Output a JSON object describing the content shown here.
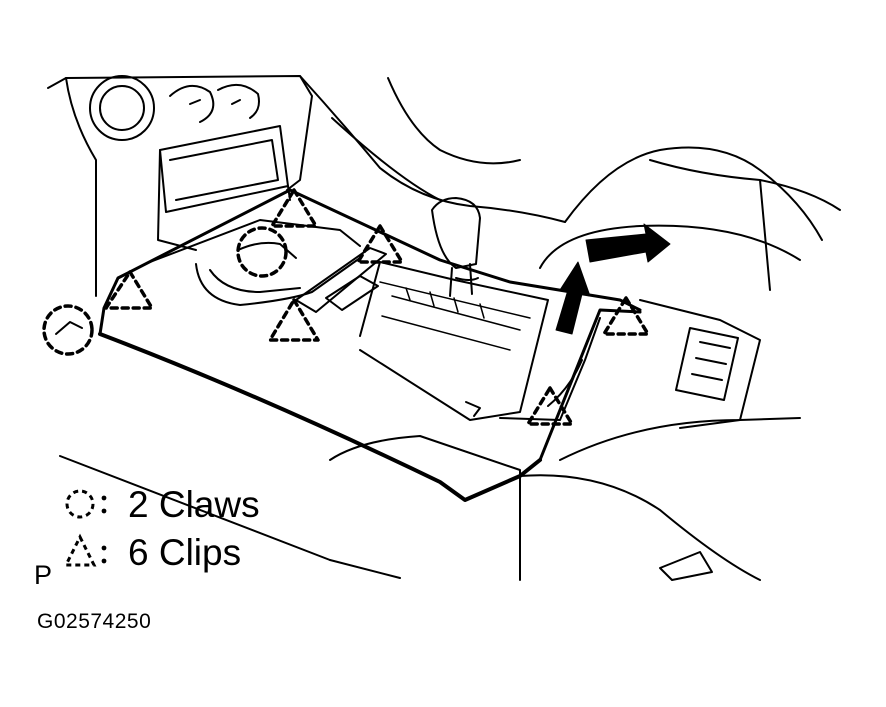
{
  "legend": {
    "items": [
      {
        "icon": "dashed-circle-icon",
        "symbol_suffix": ":",
        "label": "2 Claws"
      },
      {
        "icon": "dashed-triangle-icon",
        "symbol_suffix": ":",
        "label": "6 Clips"
      }
    ]
  },
  "page_letter": "P",
  "figure_id": "G02574250",
  "colors": {
    "ink": "#000000",
    "paper": "#ffffff"
  }
}
